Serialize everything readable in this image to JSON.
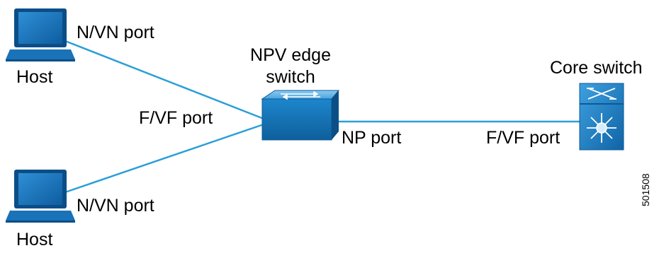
{
  "nodes": {
    "host_top": {
      "label": "Host"
    },
    "host_bottom": {
      "label": "Host"
    },
    "npv_switch": {
      "label_line1": "NPV edge",
      "label_line2": "switch"
    },
    "core_switch": {
      "label": "Core switch"
    }
  },
  "links": {
    "host_top_port": "N/VN port",
    "host_bottom_port": "N/VN port",
    "npv_host_side_port": "F/VF port",
    "npv_uplink_port": "NP port",
    "core_port": "F/VF port"
  },
  "figure_id": "501508",
  "colors": {
    "link": "#2a9fd6",
    "device_blue": "#1b7fc4",
    "device_dark": "#0d5a94",
    "device_light": "#5ab0e6"
  }
}
